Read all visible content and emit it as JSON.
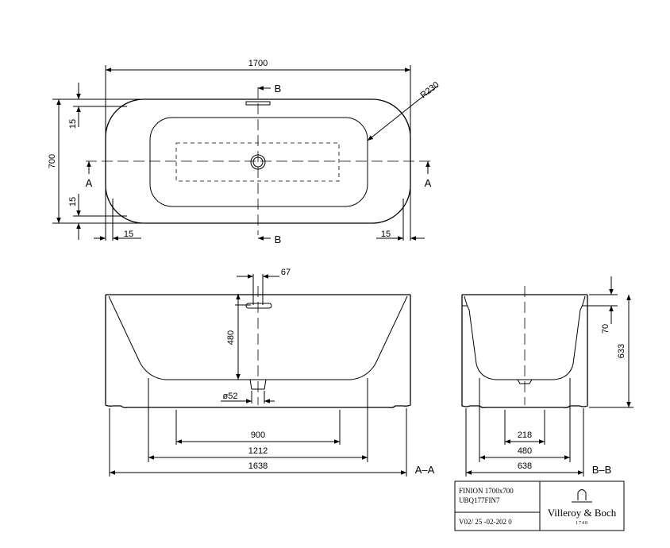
{
  "top_view": {
    "overall_length": "1700",
    "overall_width": "700",
    "rim_offset_top": "15",
    "rim_offset_bottom": "15",
    "rim_offset_left": "15",
    "rim_offset_right": "15",
    "corner_radius": "R230",
    "section_a_left": "A",
    "section_a_right": "A",
    "section_b_top": "B",
    "section_b_bottom": "B"
  },
  "section_aa": {
    "label": "A–A",
    "overflow_width": "67",
    "overflow_height": "480",
    "drain_diameter": "ø52",
    "foot_inner": "900",
    "foot_outer": "1212",
    "base_length": "1638"
  },
  "section_bb": {
    "label": "B–B",
    "rim_depth": "70",
    "total_height": "633",
    "foot_inner": "218",
    "foot_outer": "480",
    "base_width": "638"
  },
  "title_block": {
    "model_line1": "FINION 1700x700",
    "model_line2": "UBQ177FIN7",
    "revision": "V02/ 25 -02-202 0",
    "brand": "Villeroy & Boch",
    "brand_year": "1748"
  }
}
